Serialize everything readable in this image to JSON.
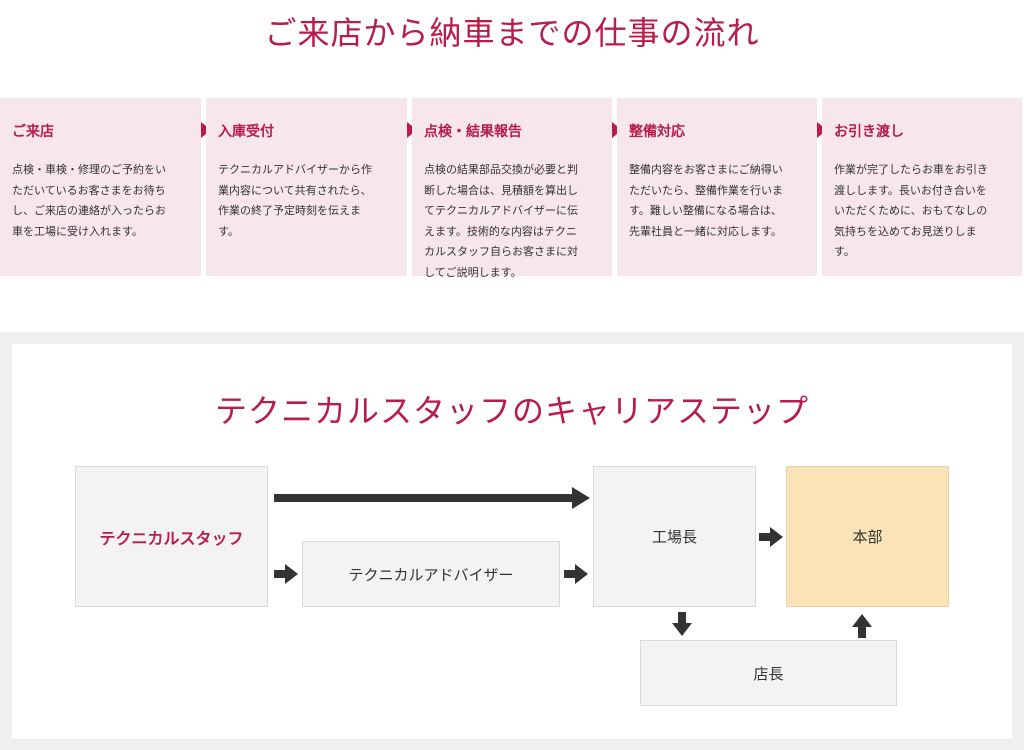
{
  "flow": {
    "title": "ご来店から納車までの仕事の流れ",
    "steps": [
      {
        "title": "ご来店",
        "lines": [
          "点検・車検・修理のご予約をい",
          "ただいているお客さまをお待ち",
          "し、ご来店の連絡が入ったらお",
          "車を工場に受け入れます。"
        ]
      },
      {
        "title": "入庫受付",
        "lines": [
          "テクニカルアドバイザーから作",
          "業内容について共有されたら、",
          "作業の終了予定時刻を伝えま",
          "す。"
        ]
      },
      {
        "title": "点検・結果報告",
        "lines": [
          "点検の結果部品交換が必要と判",
          "断した場合は、見積額を算出し",
          "てテクニカルアドバイザーに伝",
          "えます。技術的な内容はテクニ",
          "カルスタッフ自らお客さまに対",
          "してご説明します。"
        ]
      },
      {
        "title": "整備対応",
        "lines": [
          "整備内容をお客さまにご納得い",
          "ただいたら、整備作業を行いま",
          "す。難しい整備になる場合は、",
          "先輩社員と一緒に対応します。"
        ]
      },
      {
        "title": "お引き渡し",
        "lines": [
          "作業が完了したらお車をお引き",
          "渡しします。長いお付き合いを",
          "いただくために、おもてなしの",
          "気持ちを込めてお見送りしま",
          "す。"
        ]
      }
    ]
  },
  "career": {
    "title": "テクニカルスタッフのキャリアステップ",
    "nodes": {
      "staff": "テクニカルスタッフ",
      "advisor": "テクニカルアドバイザー",
      "factory_manager": "工場長",
      "headquarters": "本部",
      "store_manager": "店長"
    }
  },
  "colors": {
    "accent": "#b81c4a",
    "step_bg": "#f7e6ec",
    "hq_bg": "#fae3b6",
    "arrow": "#333333"
  }
}
